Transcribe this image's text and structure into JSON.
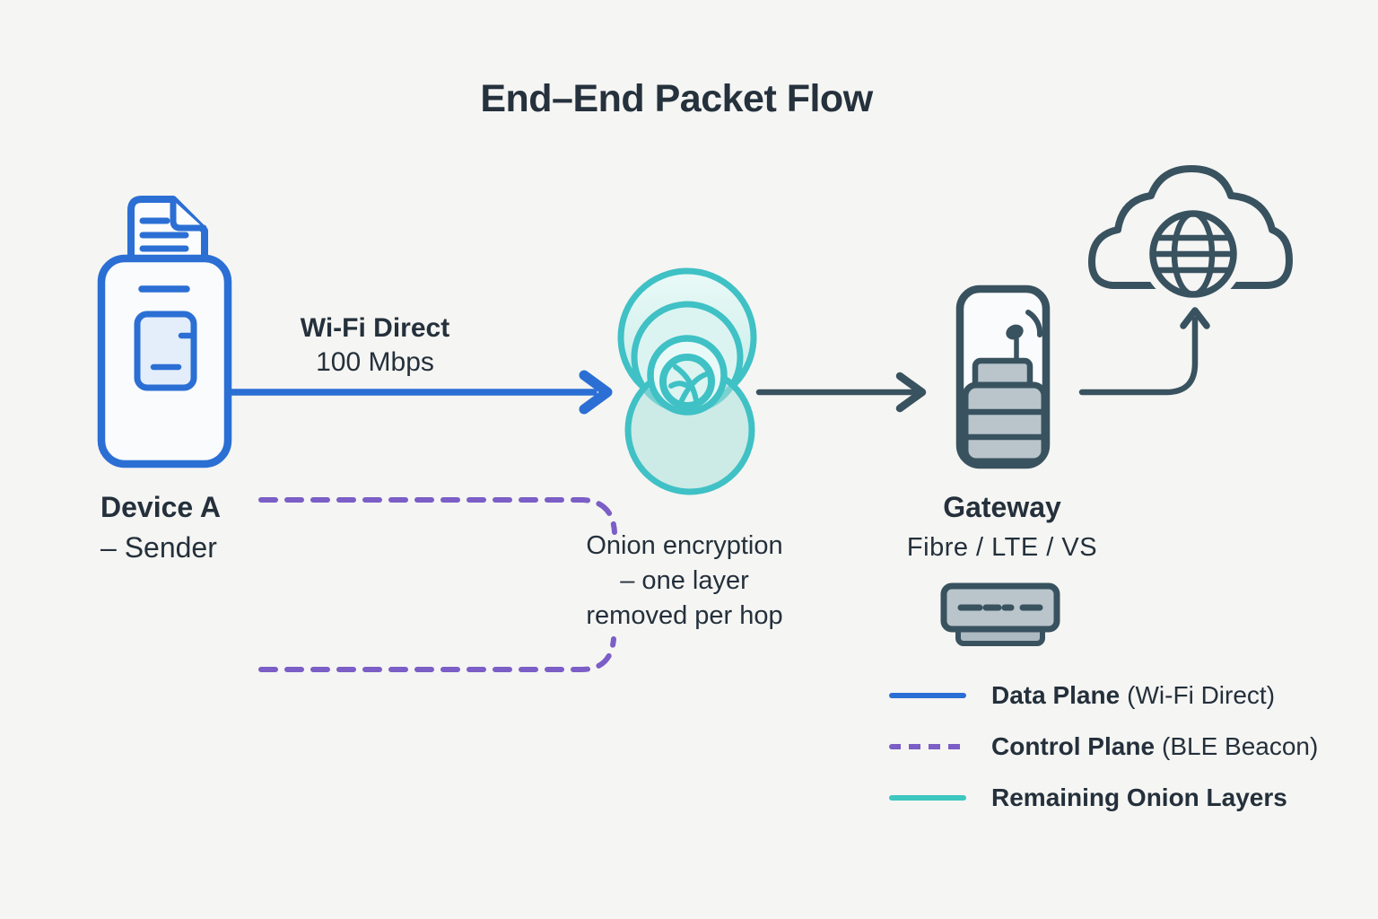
{
  "title": "End–End Packet Flow",
  "nodes": {
    "device_a": {
      "name": "Device A",
      "role": "– Sender",
      "icon": "smartphone-document-icon"
    },
    "onion": {
      "caption_lines": [
        "Onion encryption",
        "– one layer",
        "removed per hop"
      ],
      "icon": "onion-layers-icon"
    },
    "gateway": {
      "name": "Gateway",
      "links": "Fibre / LTE / VS",
      "icon": "gateway-antenna-server-icon",
      "modem_icon": "modem-icon"
    },
    "internet": {
      "icon": "cloud-globe-icon"
    }
  },
  "edges": {
    "data_plane": {
      "label_line1": "Wi-Fi Direct",
      "label_line2": "100 Mbps",
      "style": "solid",
      "color": "#2b6fd4"
    },
    "transit": {
      "style": "solid",
      "color": "#39525f"
    },
    "control_plane": {
      "style": "dashed",
      "color": "#7b5ec6"
    },
    "uplink_to_internet": {
      "style": "solid",
      "color": "#39525f"
    }
  },
  "legend": [
    {
      "label": "Data Plane",
      "detail": "(Wi-Fi Direct)",
      "swatch": "solid",
      "color": "#2b6fd4"
    },
    {
      "label": "Control Plane",
      "detail": "(BLE Beacon)",
      "swatch": "dashed",
      "color": "#7b5ec6"
    },
    {
      "label": "Remaining Onion Layers",
      "detail": "",
      "swatch": "solid",
      "color": "#3cc7c0"
    }
  ],
  "colors": {
    "background": "#f5f5f3",
    "text": "#24303b",
    "device_blue": "#2b6fd4",
    "onion_teal": "#3fc1c5",
    "slate": "#39525f",
    "gateway_gray": "#b9c5cb"
  }
}
